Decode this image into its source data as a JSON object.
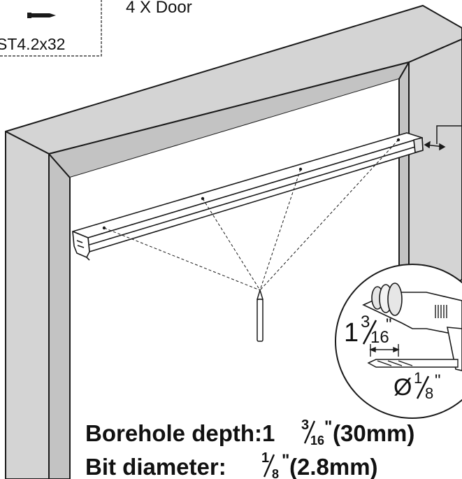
{
  "hardware": {
    "screw_label": "ST4.2x32",
    "door_label": "4 X Door"
  },
  "inset": {
    "depth_whole": "1",
    "depth_num": "3",
    "depth_den": "16",
    "inch_mark": "\"",
    "diameter_symbol": "Ø",
    "diameter_num": "1",
    "diameter_den": "8"
  },
  "captions": {
    "depth_prefix": "Borehole depth:1",
    "depth_num": "3",
    "depth_den": "16",
    "depth_suffix": "(30mm)",
    "diameter_prefix": "Bit diameter:",
    "diameter_num": "1",
    "diameter_den": "8",
    "diameter_suffix": "(2.8mm)",
    "inch_mark": "\""
  },
  "colors": {
    "frame_face": "#d4d4d4",
    "frame_inner": "#c6c6c6",
    "line": "#1a1a1a",
    "rail": "#ffffff"
  }
}
